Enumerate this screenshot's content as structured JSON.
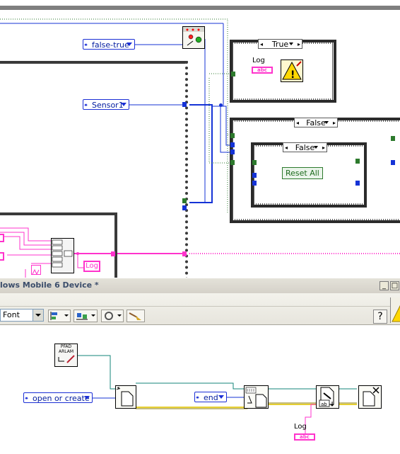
{
  "top_diagram": {
    "enum_false_true": "false-true",
    "enum_sensor": "Sensor1",
    "case_true_selector": "True",
    "case_false_selector": "False",
    "inner_case_false_selector": "False",
    "log_label": "Log",
    "log_indicator_label": "Log",
    "reset_all_label": "Reset All"
  },
  "window": {
    "title": "lows Mobile 6 Device *",
    "buttons": [
      "_",
      "□"
    ],
    "font_dropdown": "Font"
  },
  "bottom_diagram": {
    "path_icon_lines": [
      "PFAD",
      "ARLAM"
    ],
    "enum_open_create": "open or create",
    "enum_end": "end",
    "log_label": "Log"
  },
  "colors": {
    "blue_wire": "#1533d6",
    "green_wire": "#2d7a2d",
    "pink_wire": "#ff33cc",
    "teal_wire": "#13857a"
  }
}
